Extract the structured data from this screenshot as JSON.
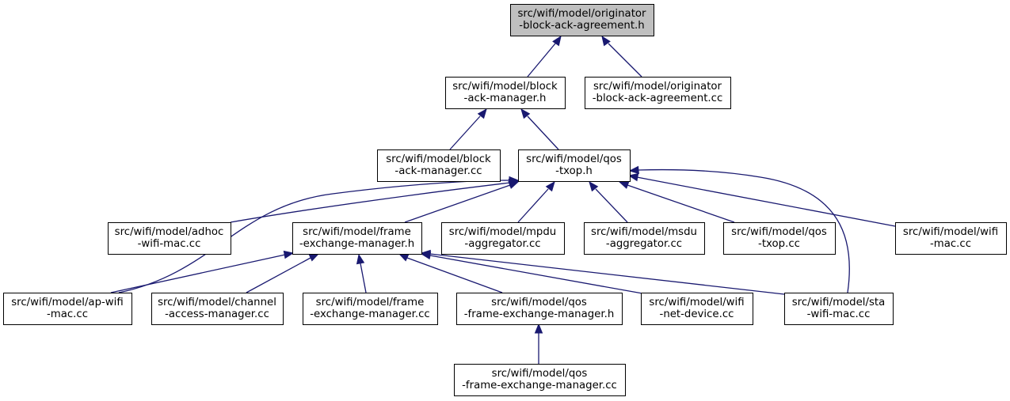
{
  "colors": {
    "edge": "#191970",
    "node_border": "#000000",
    "node_fill": "#ffffff",
    "root_fill": "#bfbfbf",
    "background": "#ffffff"
  },
  "nodes": [
    {
      "id": "originator-h",
      "lines": [
        "src/wifi/model/originator",
        "-block-ack-agreement.h"
      ],
      "root": true
    },
    {
      "id": "bam-h",
      "lines": [
        "src/wifi/model/block",
        "-ack-manager.h"
      ]
    },
    {
      "id": "originator-cc",
      "lines": [
        "src/wifi/model/originator",
        "-block-ack-agreement.cc"
      ]
    },
    {
      "id": "bam-cc",
      "lines": [
        "src/wifi/model/block",
        "-ack-manager.cc"
      ]
    },
    {
      "id": "qos-txop-h",
      "lines": [
        "src/wifi/model/qos",
        "-txop.h"
      ]
    },
    {
      "id": "adhoc-cc",
      "lines": [
        "src/wifi/model/adhoc",
        "-wifi-mac.cc"
      ]
    },
    {
      "id": "fem-h",
      "lines": [
        "src/wifi/model/frame",
        "-exchange-manager.h"
      ]
    },
    {
      "id": "mpdu-cc",
      "lines": [
        "src/wifi/model/mpdu",
        "-aggregator.cc"
      ]
    },
    {
      "id": "msdu-cc",
      "lines": [
        "src/wifi/model/msdu",
        "-aggregator.cc"
      ]
    },
    {
      "id": "qos-txop-cc",
      "lines": [
        "src/wifi/model/qos",
        "-txop.cc"
      ]
    },
    {
      "id": "wifi-mac-cc",
      "lines": [
        "src/wifi/model/wifi",
        "-mac.cc"
      ]
    },
    {
      "id": "ap-cc",
      "lines": [
        "src/wifi/model/ap-wifi",
        "-mac.cc"
      ]
    },
    {
      "id": "cam-cc",
      "lines": [
        "src/wifi/model/channel",
        "-access-manager.cc"
      ]
    },
    {
      "id": "fem-cc",
      "lines": [
        "src/wifi/model/frame",
        "-exchange-manager.cc"
      ]
    },
    {
      "id": "qfem-h",
      "lines": [
        "src/wifi/model/qos",
        "-frame-exchange-manager.h"
      ]
    },
    {
      "id": "netdev-cc",
      "lines": [
        "src/wifi/model/wifi",
        "-net-device.cc"
      ]
    },
    {
      "id": "sta-cc",
      "lines": [
        "src/wifi/model/sta",
        "-wifi-mac.cc"
      ]
    },
    {
      "id": "qfem-cc",
      "lines": [
        "src/wifi/model/qos",
        "-frame-exchange-manager.cc"
      ]
    }
  ],
  "edges": [
    {
      "from": "originator-h",
      "to": "bam-h"
    },
    {
      "from": "originator-h",
      "to": "originator-cc"
    },
    {
      "from": "bam-h",
      "to": "bam-cc"
    },
    {
      "from": "bam-h",
      "to": "qos-txop-h"
    },
    {
      "from": "qos-txop-h",
      "to": "adhoc-cc"
    },
    {
      "from": "qos-txop-h",
      "to": "fem-h"
    },
    {
      "from": "qos-txop-h",
      "to": "mpdu-cc"
    },
    {
      "from": "qos-txop-h",
      "to": "msdu-cc"
    },
    {
      "from": "qos-txop-h",
      "to": "qos-txop-cc"
    },
    {
      "from": "qos-txop-h",
      "to": "wifi-mac-cc"
    },
    {
      "from": "qos-txop-h",
      "to": "ap-cc"
    },
    {
      "from": "qos-txop-h",
      "to": "sta-cc"
    },
    {
      "from": "fem-h",
      "to": "ap-cc"
    },
    {
      "from": "fem-h",
      "to": "cam-cc"
    },
    {
      "from": "fem-h",
      "to": "fem-cc"
    },
    {
      "from": "fem-h",
      "to": "qfem-h"
    },
    {
      "from": "fem-h",
      "to": "netdev-cc"
    },
    {
      "from": "fem-h",
      "to": "sta-cc"
    },
    {
      "from": "qfem-h",
      "to": "qfem-cc"
    }
  ]
}
